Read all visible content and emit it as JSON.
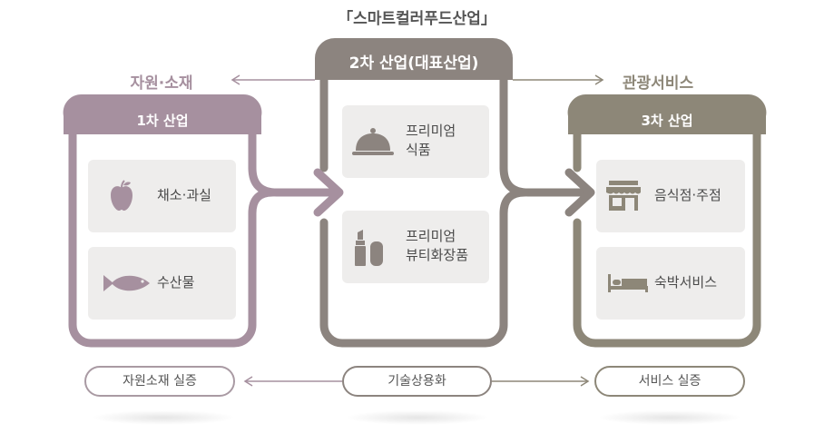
{
  "title": "「스마트컬러푸드산업」",
  "left_side_label": "자원·소재",
  "right_side_label": "관광서비스",
  "columns": [
    {
      "header": "1차 산업",
      "items": [
        {
          "label": "채소·과실",
          "icon": "apple-icon"
        },
        {
          "label": "수산물",
          "icon": "fish-icon"
        }
      ]
    },
    {
      "header": "2차 산업(대표산업)",
      "items": [
        {
          "label_line1": "프리미엄",
          "label_line2": "식품",
          "icon": "cloche-icon"
        },
        {
          "label_line1": "프리미엄",
          "label_line2": "뷰티화장품",
          "icon": "cosmetics-icon"
        }
      ]
    },
    {
      "header": "3차 산업",
      "items": [
        {
          "label": "음식점·주점",
          "icon": "storefront-icon"
        },
        {
          "label": "숙박서비스",
          "icon": "bed-icon"
        }
      ]
    }
  ],
  "bottom_pills": [
    "자원소재 실증",
    "기술상용화",
    "서비스 실증"
  ],
  "colors": {
    "primary": "#a6909f",
    "secondary": "#8c847f",
    "tertiary": "#8d8778",
    "item_bg": "#eeedec"
  }
}
